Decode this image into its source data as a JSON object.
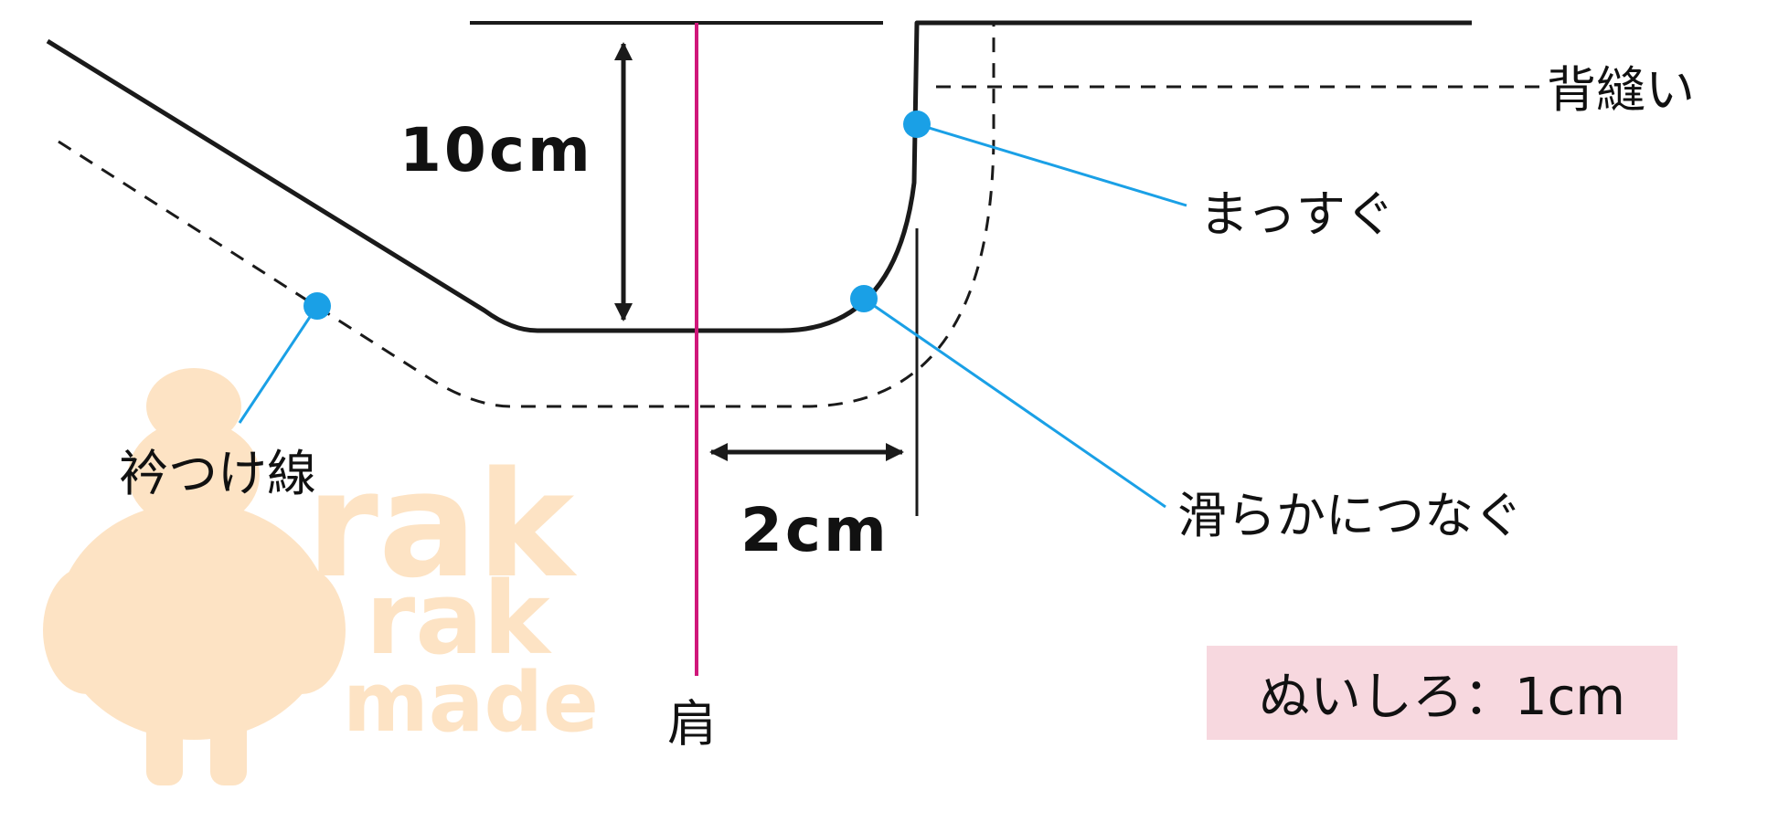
{
  "labels": {
    "back_seam": "背縫い",
    "straight": "まっすぐ",
    "collar_line": "衿つけ線",
    "smooth_connect": "滑らかにつなぐ",
    "shoulder": "肩",
    "dim_10": "10cm",
    "dim_2": "2cm",
    "seam_allowance": "ぬいしろ：1cm"
  },
  "watermark": {
    "lines": [
      "rak",
      "rak",
      "made"
    ]
  },
  "colors": {
    "outline": "#1a1a1a",
    "shoulder_line": "#d0177a",
    "leader": "#1aa0e6",
    "box_fill": "#f7d8df",
    "watermark": "#fde3c4"
  }
}
